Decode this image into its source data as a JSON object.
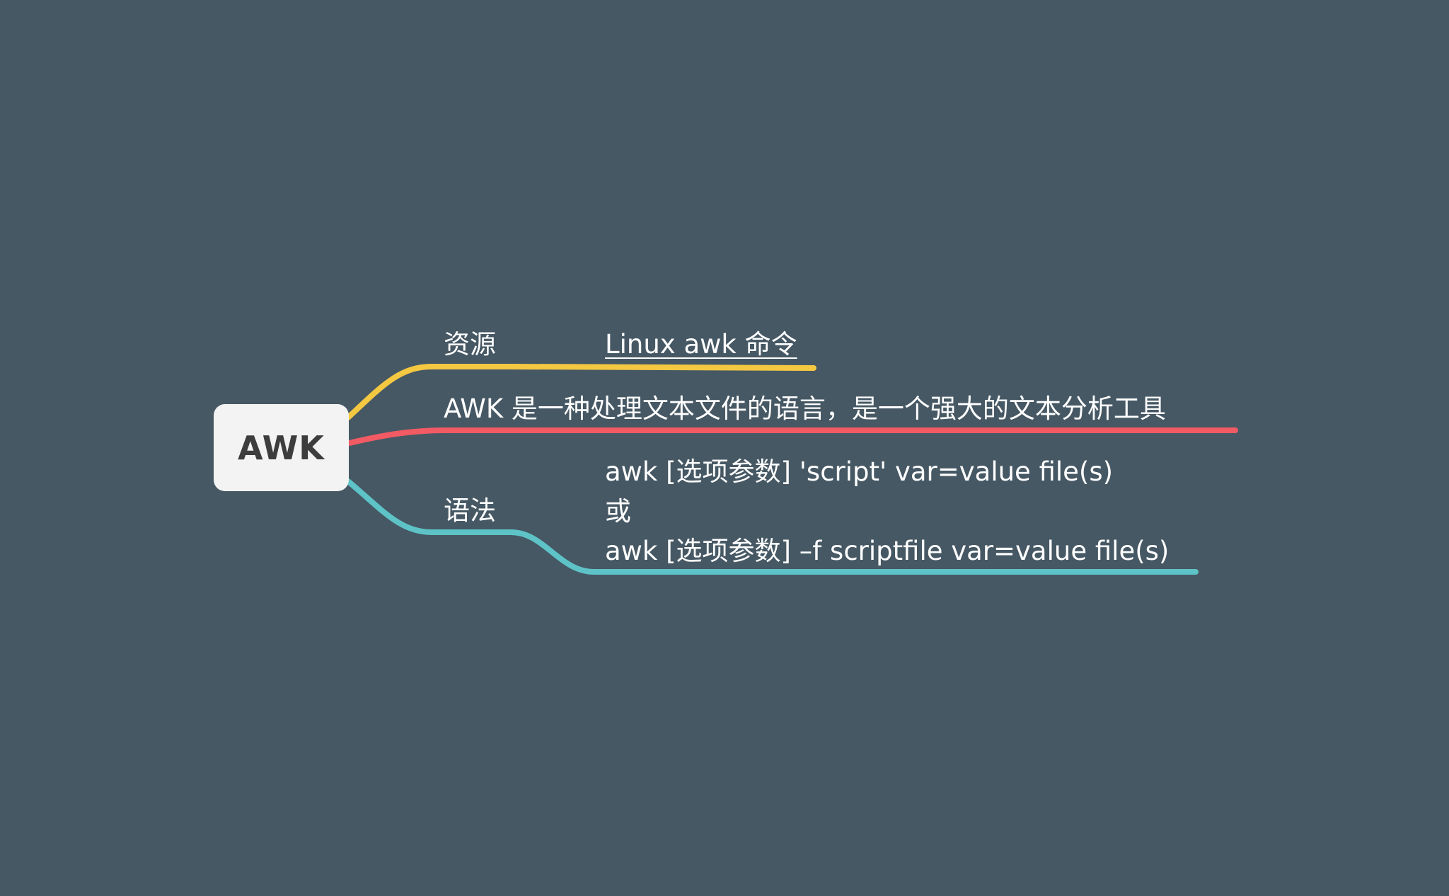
{
  "root": {
    "label": "AWK"
  },
  "branches": {
    "resources": {
      "label": "资源",
      "color": "#f5c842",
      "child": {
        "label": "Linux awk 命令"
      }
    },
    "description": {
      "label": "AWK 是一种处理文本文件的语言，是一个强大的文本分析工具",
      "color": "#f25a64"
    },
    "syntax": {
      "label": "语法",
      "color": "#5ec3c7",
      "child": {
        "line1": "awk [选项参数] 'script' var=value file(s)",
        "line2": "或",
        "line3": "awk [选项参数] –f scriptfile var=value file(s)"
      }
    }
  }
}
